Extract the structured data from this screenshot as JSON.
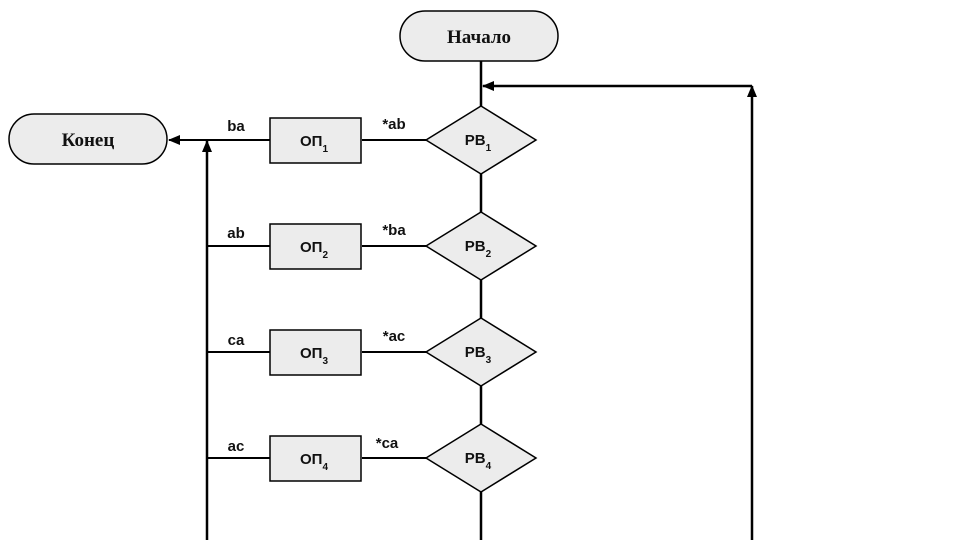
{
  "terminals": {
    "start": "Начало",
    "end": "Конец"
  },
  "rows": [
    {
      "decision": "РВ",
      "decision_sub": "1",
      "operation": "ОП",
      "operation_sub": "1",
      "condition": "*ab",
      "output": "ba"
    },
    {
      "decision": "РВ",
      "decision_sub": "2",
      "operation": "ОП",
      "operation_sub": "2",
      "condition": "*ba",
      "output": "ab"
    },
    {
      "decision": "РВ",
      "decision_sub": "3",
      "operation": "ОП",
      "operation_sub": "3",
      "condition": "*ac",
      "output": "ca"
    },
    {
      "decision": "РВ",
      "decision_sub": "4",
      "operation": "ОП",
      "operation_sub": "4",
      "condition": "*ca",
      "output": "ac"
    }
  ],
  "colors": {
    "stroke": "#000000",
    "terminal_fill": "#ececec",
    "block_fill": "#ececec",
    "text": "#111111"
  }
}
